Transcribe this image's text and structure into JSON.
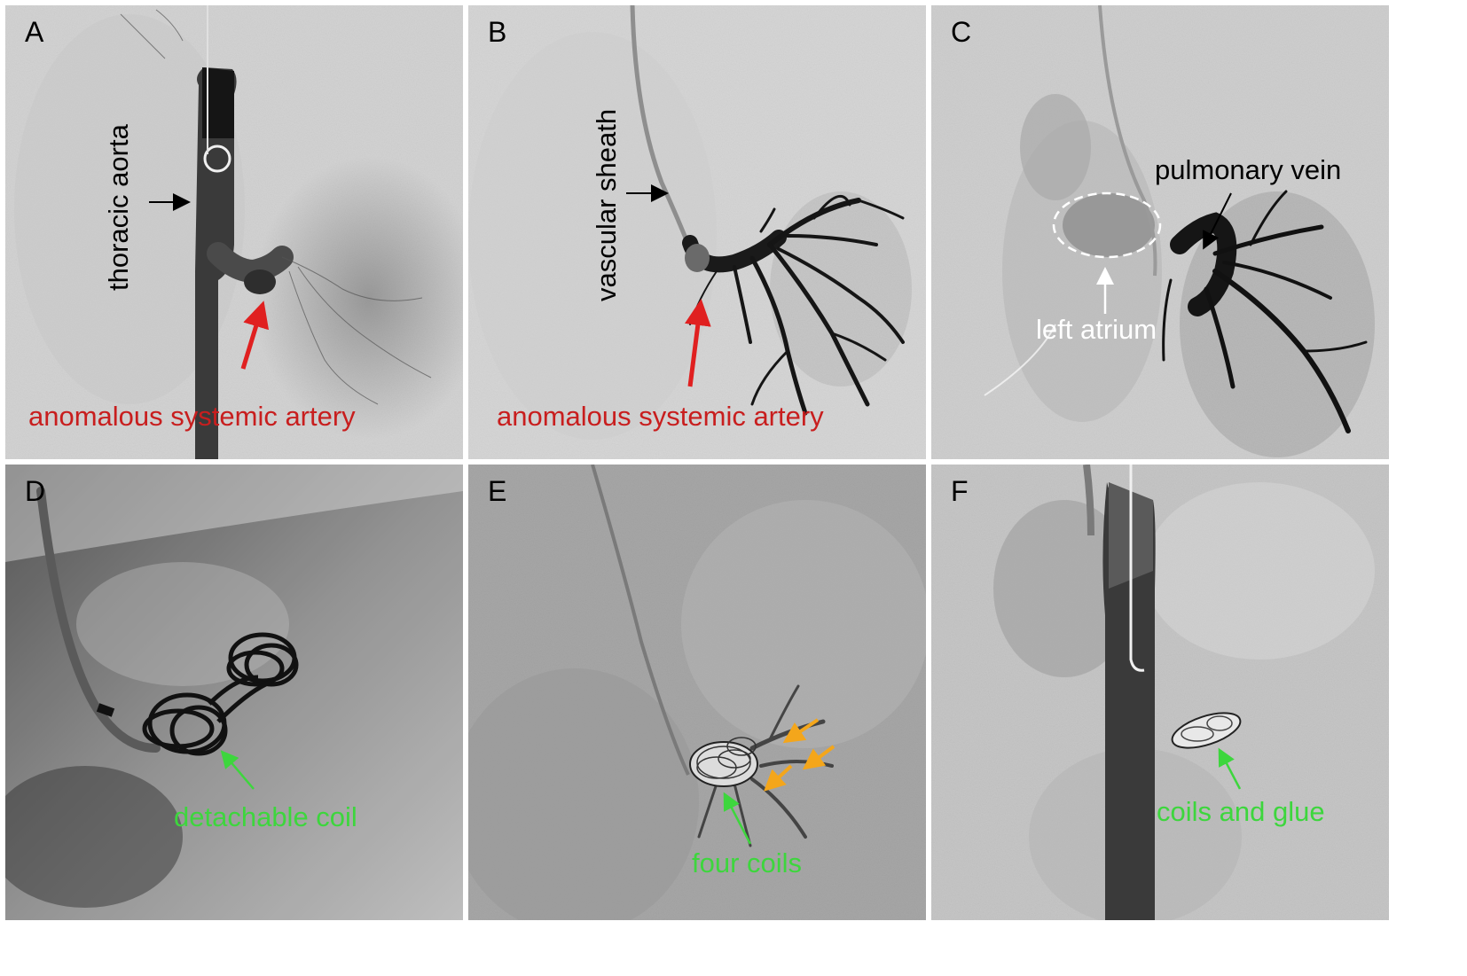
{
  "panels": [
    {
      "id": "A",
      "labels": {
        "vessel": "thoracic aorta",
        "artery": "anomalous systemic artery"
      }
    },
    {
      "id": "B",
      "labels": {
        "device": "vascular sheath",
        "artery": "anomalous systemic artery"
      }
    },
    {
      "id": "C",
      "labels": {
        "vein": "pulmonary vein",
        "atrium": "left atrium"
      }
    },
    {
      "id": "D",
      "labels": {
        "coil": "detachable coil"
      }
    },
    {
      "id": "E",
      "labels": {
        "coils": "four coils"
      }
    },
    {
      "id": "F",
      "labels": {
        "coils": "coils and glue"
      }
    }
  ],
  "colors": {
    "label_black": "#000000",
    "label_red": "#c81e1e",
    "label_green": "#3dd63d",
    "label_white": "#ffffff",
    "arrow_orange": "#f4a61b"
  }
}
